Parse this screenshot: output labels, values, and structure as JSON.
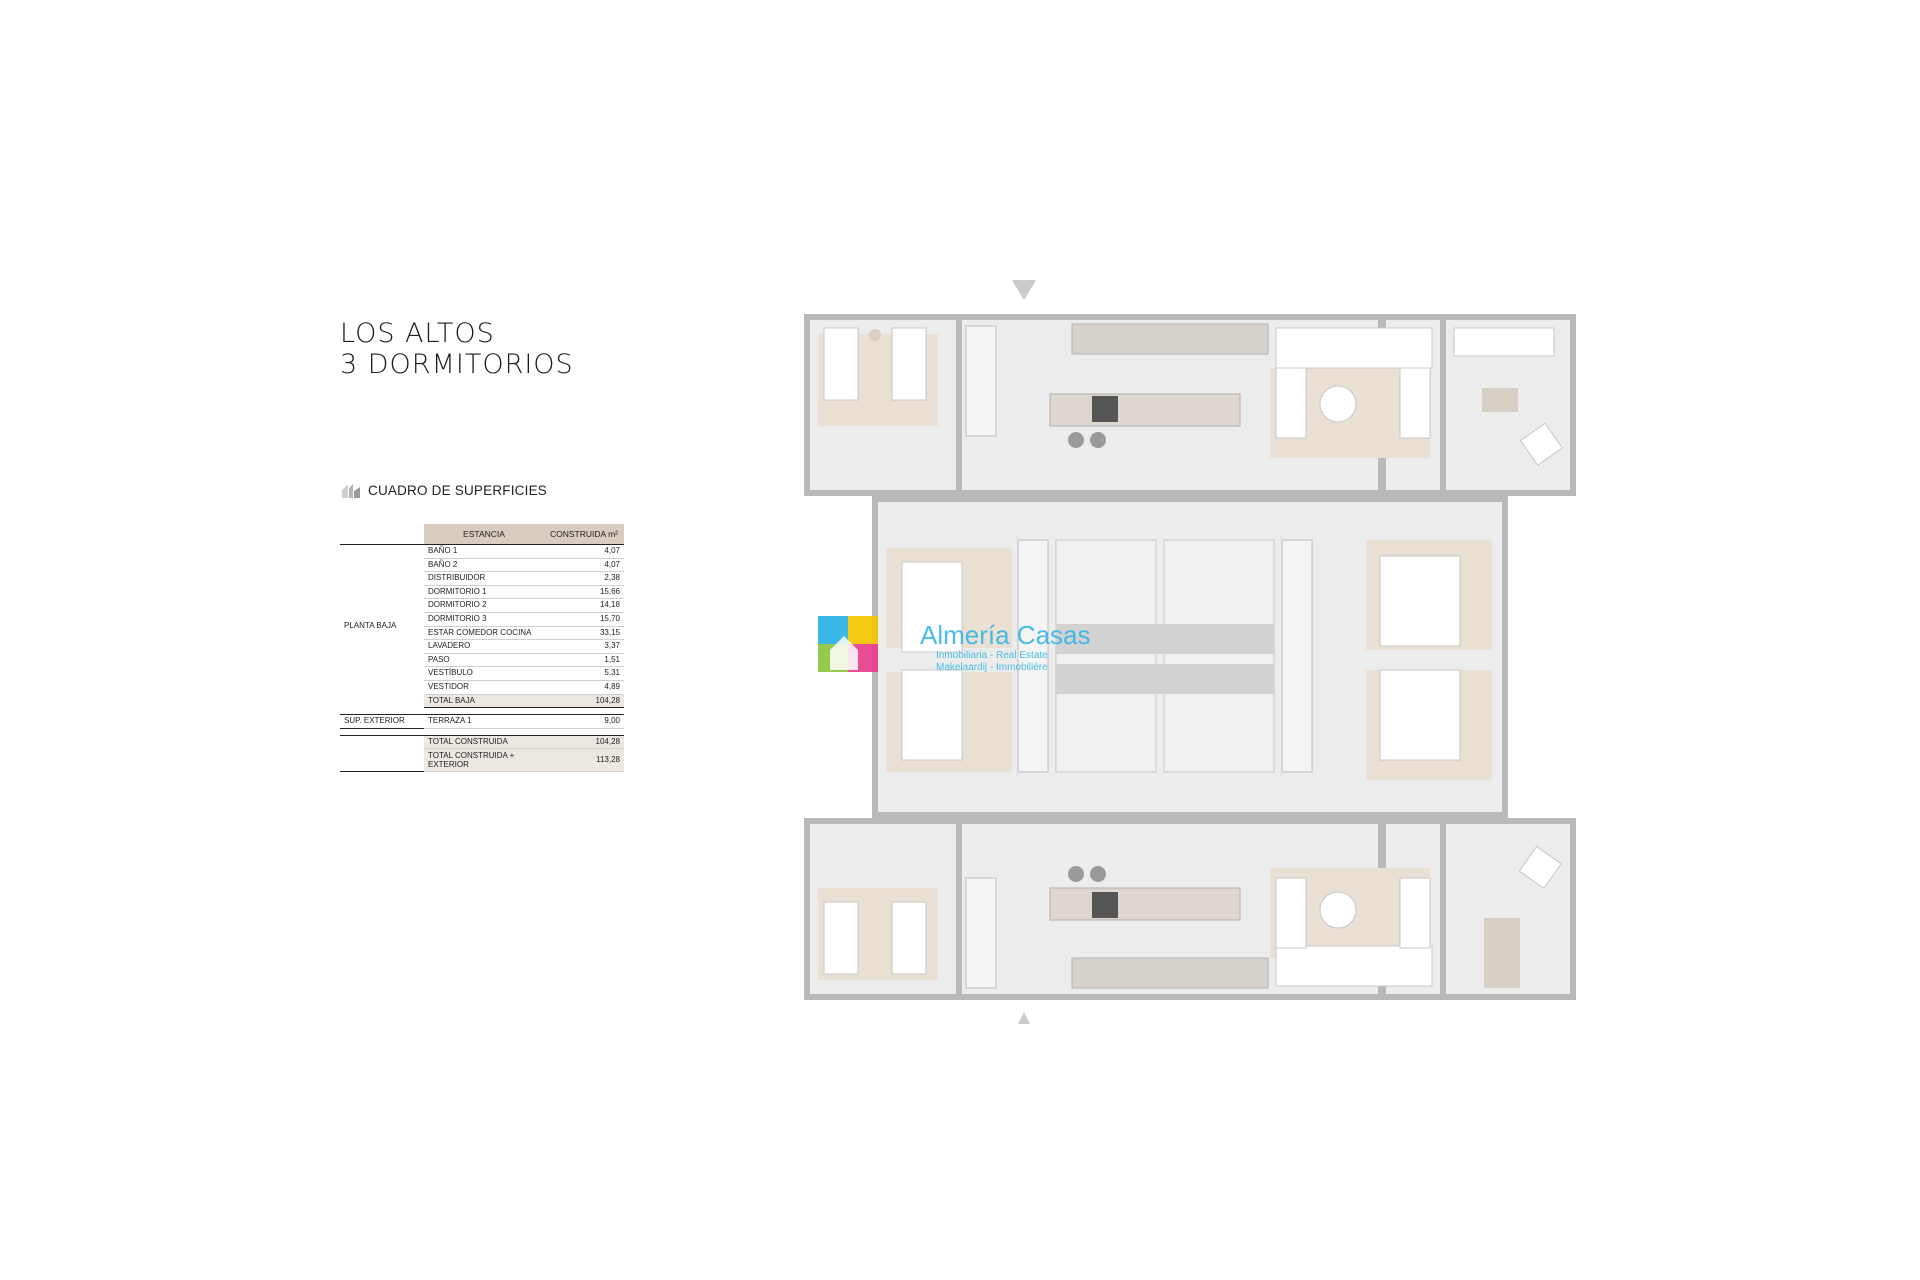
{
  "title": {
    "line1": "LOS ALTOS",
    "line2": "3 DORMITORIOS"
  },
  "section": {
    "label": "CUADRO DE SUPERFICIES"
  },
  "table": {
    "headers": {
      "room": "ESTANCIA",
      "built": "CONSTRUIDA m²"
    },
    "groups": {
      "ground": "PLANTA BAJA",
      "exterior": "SUP. EXTERIOR"
    },
    "rows": [
      {
        "room": "BAÑO 1",
        "value": "4,07"
      },
      {
        "room": "BAÑO 2",
        "value": "4,07"
      },
      {
        "room": "DISTRIBUIDOR",
        "value": "2,38"
      },
      {
        "room": "DORMITORIO 1",
        "value": "15,66"
      },
      {
        "room": "DORMITORIO 2",
        "value": "14,18"
      },
      {
        "room": "DORMITORIO 3",
        "value": "15,70"
      },
      {
        "room": "ESTAR COMEDOR COCINA",
        "value": "33,15"
      },
      {
        "room": "LAVADERO",
        "value": "3,37"
      },
      {
        "room": "PASO",
        "value": "1,51"
      },
      {
        "room": "VESTÍBULO",
        "value": "5,31"
      },
      {
        "room": "VESTIDOR",
        "value": "4,89"
      }
    ],
    "total_ground": {
      "room": "TOTAL BAJA",
      "value": "104,28"
    },
    "exterior_row": {
      "room": "TERRAZA 1",
      "value": "9,00"
    },
    "total_built": {
      "room": "TOTAL CONSTRUIDA",
      "value": "104,28"
    },
    "total_built_ext": {
      "room": "TOTAL CONSTRUIDA + EXTERIOR",
      "value": "113,28"
    }
  },
  "watermark": {
    "brand": "Almería Casas",
    "tagline1": "Inmobiliaria - Real Estate",
    "tagline2": "Makelaardij - Immobilière"
  },
  "colors": {
    "wall": "#b9b9b9",
    "floor": "#ececec",
    "rug": "#e9dfd3",
    "furniture": "#ffffff",
    "brand_blue": "#2ab3e6",
    "brand_pink": "#e83e8c",
    "brand_green": "#8dc63f",
    "brand_yellow": "#f5c400"
  }
}
